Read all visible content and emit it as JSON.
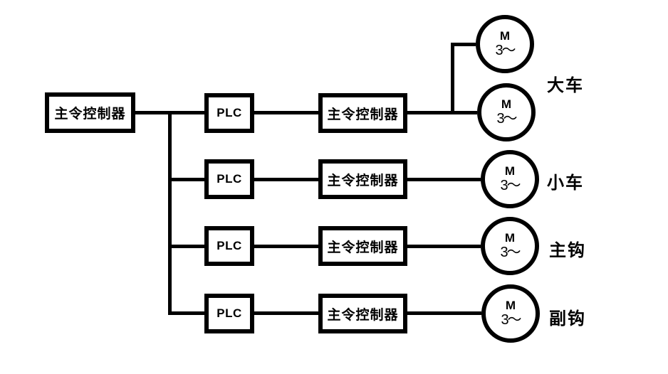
{
  "master": {
    "label": "主令控制器"
  },
  "motor": {
    "letter": "M",
    "phase": "3～"
  },
  "rows": [
    {
      "plc_label": "PLC",
      "controller_label": "主令控制器",
      "group_label": "大车"
    },
    {
      "plc_label": "PLC",
      "controller_label": "主令控制器",
      "group_label": "小车"
    },
    {
      "plc_label": "PLC",
      "controller_label": "主令控制器",
      "group_label": "主钩"
    },
    {
      "plc_label": "PLC",
      "controller_label": "主令控制器",
      "group_label": "副钩"
    }
  ],
  "colors": {
    "line": "#000000",
    "background": "#ffffff",
    "text": "#000000"
  }
}
